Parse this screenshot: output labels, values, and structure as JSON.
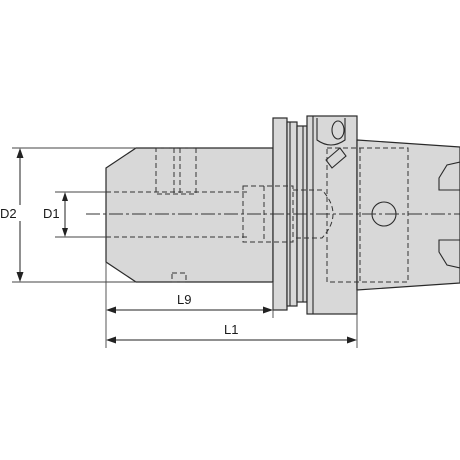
{
  "dimensions": {
    "d2": "D2",
    "d1": "D1",
    "l9": "L9",
    "l1": "L1"
  },
  "colors": {
    "body": "#d8d8d8",
    "outline": "#2a2a2a"
  }
}
